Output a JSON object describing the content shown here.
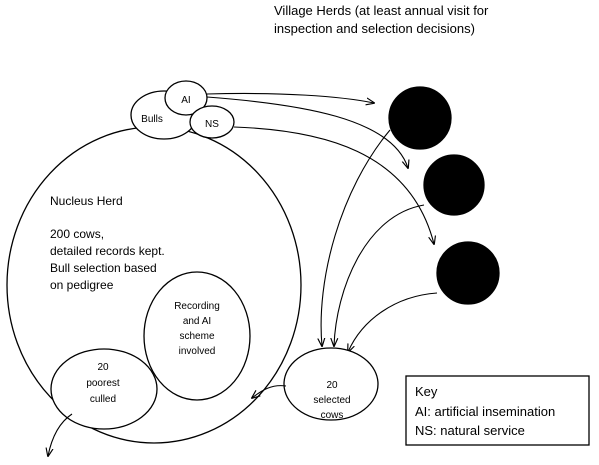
{
  "village": {
    "title_line1": "Village Herds (at least annual visit for",
    "title_line2": "inspection and selection decisions)"
  },
  "bulls": {
    "label": "Bulls",
    "ai_label": "AI",
    "ns_label": "NS"
  },
  "nucleus": {
    "title": "Nucleus Herd",
    "line1": "200 cows,",
    "line2": "detailed records kept.",
    "line3": "Bull selection based",
    "line4": "on pedigree"
  },
  "recording": {
    "line1": "Recording",
    "line2": "and AI",
    "line3": "scheme",
    "line4": "involved"
  },
  "culled": {
    "line1": "20",
    "line2": "poorest",
    "line3": "culled"
  },
  "selected": {
    "line1": "20",
    "line2": "selected",
    "line3": "cows"
  },
  "key": {
    "title": "Key",
    "ai": "AI: artificial insemination",
    "ns": "NS: natural service"
  }
}
